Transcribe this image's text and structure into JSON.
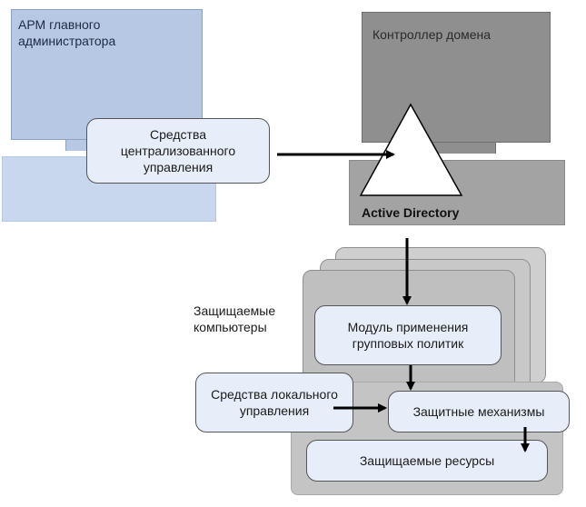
{
  "workstation": {
    "label": "АРМ главного администратора"
  },
  "central_tools": {
    "label": "Средства централизованного управления"
  },
  "domain_controller": {
    "label": "Контроллер домена",
    "directory_label": "Active Directory"
  },
  "protected_computers": {
    "label": "Защищаемые компьютеры"
  },
  "group_policy_module": {
    "label": "Модуль применения групповых политик"
  },
  "local_tools": {
    "label": "Средства локального управления"
  },
  "protection_mechanisms": {
    "label": "Защитные механизмы"
  },
  "protected_resources": {
    "label": "Защищаемые ресурсы"
  },
  "colors": {
    "workstation": "#b7c8e4",
    "controller": "#8f8f8f",
    "box_fill": "#e8eef9"
  }
}
